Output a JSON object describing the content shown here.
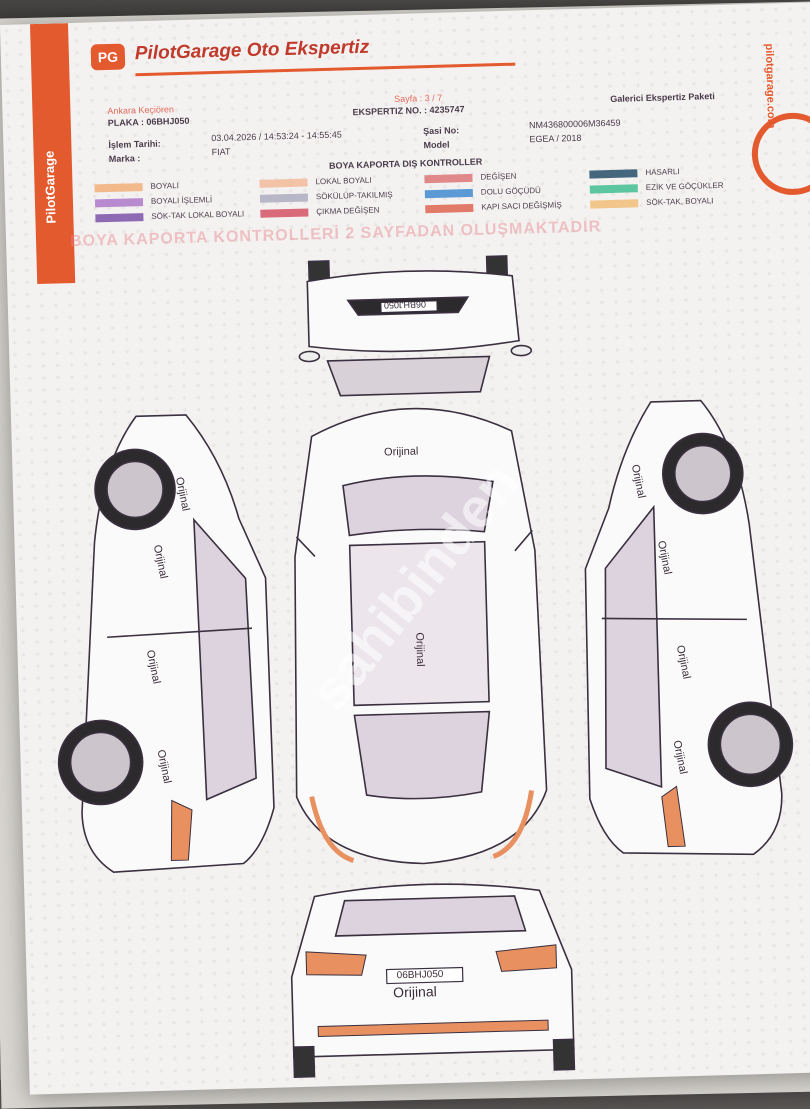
{
  "header": {
    "logo_mark": "PG",
    "brand_title": "PilotGarage Oto Ekspertiz",
    "side_brand": "PilotGarage",
    "right_brand": "pilotgarage.com"
  },
  "info": {
    "location": "Ankara Keçiören",
    "plate_line": "PLAKA : 06BHJ050",
    "page_line": "Sayfa : 3 / 7",
    "expertise_line": "EKSPERTIZ NO. : 4235747",
    "package": "Galerici Ekspertiz Paketi",
    "process_date_label": "İşlem Tarihi:",
    "process_date": "03.04.2026 / 14:53:24 - 14:55:45",
    "chassis_label": "Şasi No:",
    "chassis": "NM436800006M36459",
    "brand_label": "Marka :",
    "brand": "FIAT",
    "model_label": "Model",
    "model": "EGEA / 2018"
  },
  "legend": {
    "title": "BOYA KAPORTA DIŞ KONTROLLER",
    "items": [
      {
        "label": "BOYALI",
        "color": "#f2b98a"
      },
      {
        "label": "BOYALI İŞLEMLİ",
        "color": "#b88bd0"
      },
      {
        "label": "SÖK-TAK LOKAL BOYALI",
        "color": "#8e6ab4"
      },
      {
        "label": "LOKAL BOYALI",
        "color": "#f3c3a8"
      },
      {
        "label": "SÖKÜLÜP-TAKILMIŞ",
        "color": "#b7b7c7"
      },
      {
        "label": "ÇIKMA DEĞİŞEN",
        "color": "#d96a7a"
      },
      {
        "label": "DEĞİŞEN",
        "color": "#e0888a"
      },
      {
        "label": "DOLU GÖÇÜDÜ",
        "color": "#5c9ad6"
      },
      {
        "label": "KAPI SACI DEĞİŞMİŞ",
        "color": "#e27a6a"
      },
      {
        "label": "HASARLI",
        "color": "#45677e"
      },
      {
        "label": "EZİK VE GÖÇÜKLER",
        "color": "#5cc6a0"
      },
      {
        "label": "SÖK-TAK, BOYALI",
        "color": "#f2c58a"
      }
    ]
  },
  "banner": "BOYA KAPORTA KONTROLLERİ 2 SAYFADAN OLUŞMAKTADIR",
  "diagram": {
    "front_plate": "06BHJ050",
    "rear_plate": "06BHJ050",
    "labels": {
      "hood": "Orijinal",
      "roof": "Orijinal",
      "rear": "Orijinal",
      "left_front_fender": "Orijinal",
      "left_front_door": "Orijinal",
      "left_rear_door": "Orijinal",
      "left_rear_fender": "Orijinal",
      "right_front_fender": "Orijinal",
      "right_front_door": "Orijinal",
      "right_rear_door": "Orijinal",
      "right_rear_fender": "Orijinal"
    }
  },
  "watermark": "sahibinden",
  "colors": {
    "accent": "#e45a2f",
    "outline": "#3a3040",
    "painted_parts": "#e89060"
  }
}
